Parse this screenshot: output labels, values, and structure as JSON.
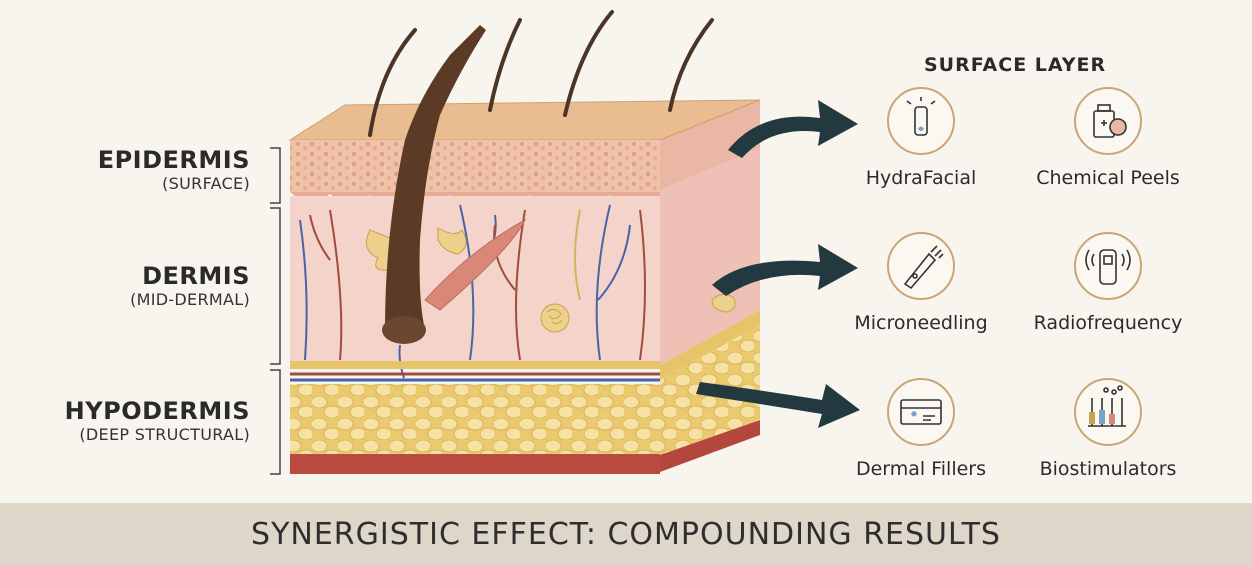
{
  "layers": [
    {
      "name": "EPIDERMIS",
      "sub": "(SURFACE)"
    },
    {
      "name": "DERMIS",
      "sub": "(MID-DERMAL)"
    },
    {
      "name": "HYPODERMIS",
      "sub": "(DEEP STRUCTURAL)"
    }
  ],
  "section_title": "SURFACE LAYER",
  "treatments": [
    {
      "name": "HydraFacial",
      "icon": "hydrafacial-device-icon"
    },
    {
      "name": "Chemical Peels",
      "icon": "peel-bottle-icon"
    },
    {
      "name": "Microneedling",
      "icon": "microneedling-pen-icon"
    },
    {
      "name": "Radiofrequency",
      "icon": "radiofrequency-device-icon"
    },
    {
      "name": "Dermal Fillers",
      "icon": "filler-box-icon"
    },
    {
      "name": "Biostimulators",
      "icon": "vials-icon"
    }
  ],
  "footer": "SYNERGISTIC EFFECT: COMPOUNDING RESULTS",
  "colors": {
    "background": "#f8f4ee",
    "footer_band": "#ddd6c9",
    "epidermis": "#e8b98f",
    "dermis": "#f3cfc6",
    "hypodermis": "#f1d98a",
    "arrow": "#223a3f",
    "icon_ring": "#c7a67a"
  }
}
